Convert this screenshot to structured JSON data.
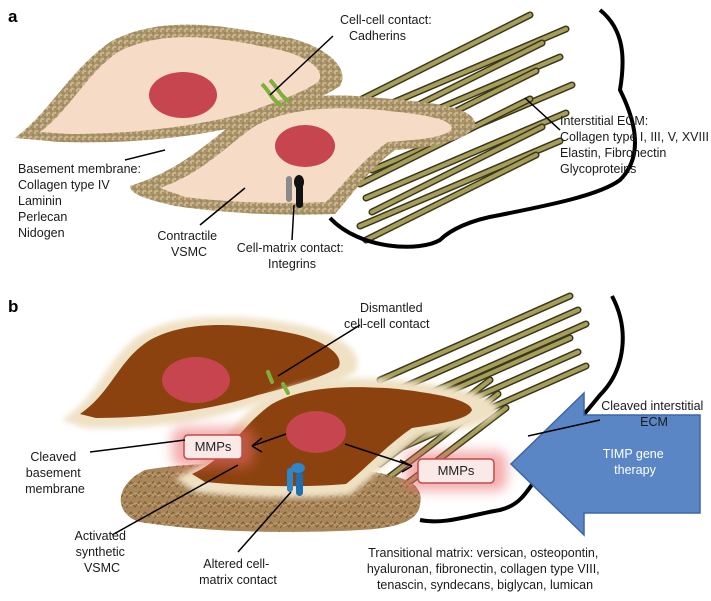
{
  "panel_a": {
    "letter": "a",
    "cadherin_label": [
      "Cell-cell contact:",
      "Cadherins"
    ],
    "ecm_label": [
      "Interstitial ECM:",
      "Collagen type I, III, V, XVIII",
      "Elastin, Fibronectin",
      "Glycoproteins"
    ],
    "basement_label": [
      "Basement membrane:",
      "Collagen type IV",
      "Laminin",
      "Perlecan",
      "Nidogen"
    ],
    "vsmc_label": [
      "Contractile",
      "VSMC"
    ],
    "integrin_label": [
      "Cell-matrix contact:",
      "Integrins"
    ]
  },
  "panel_b": {
    "letter": "b",
    "dismantled_label": [
      "Dismantled",
      "cell-cell contact"
    ],
    "cleaved_ecm_label": [
      "Cleaved interstitial",
      "ECM"
    ],
    "cleaved_bm_label": [
      "Cleaved",
      "basement",
      "membrane"
    ],
    "mmp_left": "MMPs",
    "mmp_right": "MMPs",
    "timp_label": [
      "TIMP gene",
      "therapy"
    ],
    "activated_label": [
      "Activated",
      "synthetic",
      "VSMC"
    ],
    "altered_label": [
      "Altered cell-",
      "matrix contact"
    ],
    "transitional_label": [
      "Transitional matrix: versican, osteopontin,",
      "hyaluronan, fibronectin, collagen type VIII,",
      "tenascin, syndecans, biglycan, lumican"
    ]
  },
  "colors": {
    "cell_a": "#f6dcc6",
    "nucleus": "#c6454e",
    "basement_a": "#c9b48a",
    "collagen_fiber": "#a59e5c",
    "cell_b": "#8b420f",
    "basement_b": "#efe1c4",
    "transitional": "#a9865a",
    "arrow_blue": "#5b86c5",
    "mmp_glow": "#ea6b6b",
    "cadherin": "#7fae3c",
    "integrin_blue": "#2e87c8"
  }
}
